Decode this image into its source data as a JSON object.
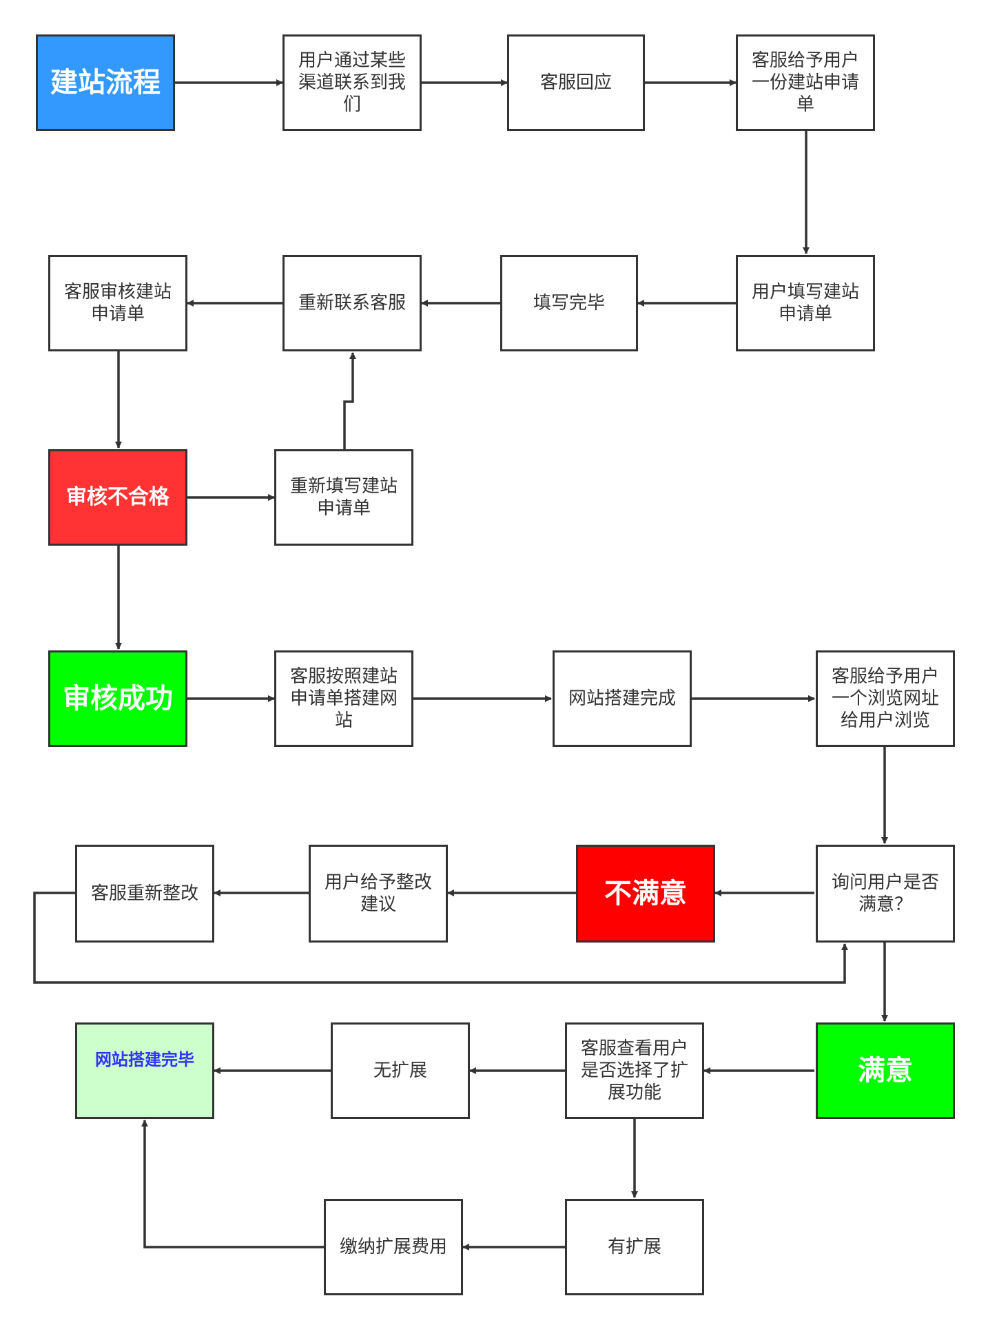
{
  "colors": {
    "line": "#333333",
    "start": "#3399ff",
    "fail": "#ff3333",
    "success": "#00ff00",
    "dissatisfied": "#ff0000",
    "satisfied": "#00ff00",
    "finished": "#ccffcc",
    "finished_text": "#3333ff"
  },
  "nodes": {
    "start": "建站流程",
    "contact": "用户通过某些\n渠道联系到我\n们",
    "reply": "客服回应",
    "give_form": "客服给予用户\n一份建站申请\n单",
    "fill_form": "用户填写建站\n申请单",
    "filled": "填写完毕",
    "recontact": "重新联系客服",
    "review": "客服审核建站\n申请单",
    "review_fail": "审核不合格",
    "refill": "重新填写建站\n申请单",
    "review_ok": "审核成功",
    "build": "客服按照建站\n申请单搭建网\n站",
    "built": "网站搭建完成",
    "give_url": "客服给予用户\n一个浏览网址\n给用户浏览",
    "ask": "询问用户是否\n满意？",
    "not_satisfied": "不满意",
    "suggest": "用户给予整改\n建议",
    "rework": "客服重新整改",
    "satisfied": "满意",
    "check_ext": "客服查看用户\n是否选择了扩\n展功能",
    "no_ext": "无扩展",
    "finished": "网站搭建完毕",
    "has_ext": "有扩展",
    "pay": "缴纳扩展费用"
  }
}
